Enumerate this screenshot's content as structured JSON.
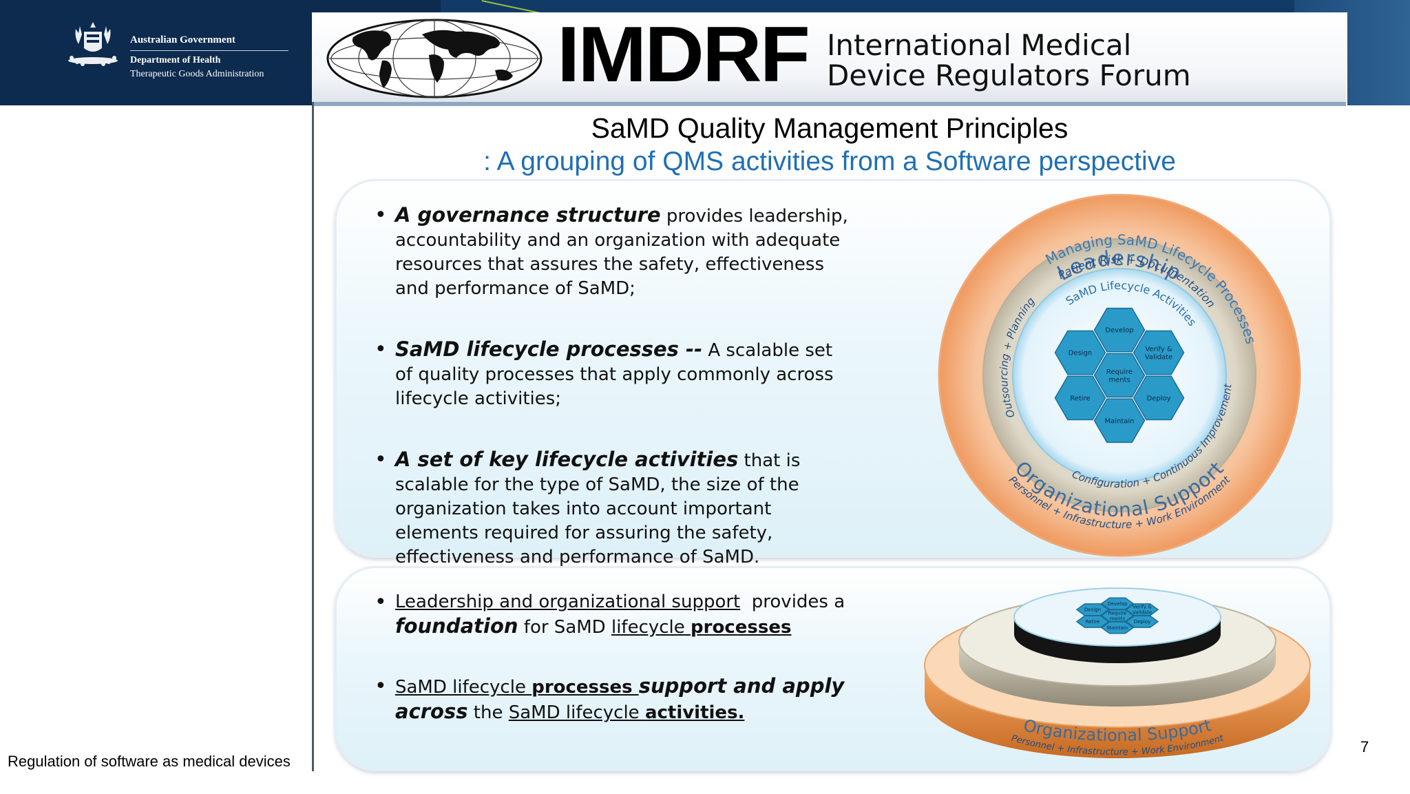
{
  "header": {
    "gov_title": "Australian Government",
    "gov_department": "Department of Health",
    "gov_agency": "Therapeutic Goods Administration",
    "imdrf_acronym": "IMDRF",
    "imdrf_name_line1": "International Medical",
    "imdrf_name_line2": "Device Regulators Forum"
  },
  "slide": {
    "title": "SaMD Quality Management Principles",
    "subtitle": ": A grouping of QMS activities from a Software perspective",
    "top_panel": {
      "bullets": [
        {
          "lead": "A governance structure",
          "text": " provides leadership, accountability and an organization with adequate resources that assures the safety, effectiveness and performance of SaMD;"
        },
        {
          "lead": "SaMD lifecycle processes --",
          "text": " A scalable set of quality processes that apply commonly across lifecycle activities;"
        },
        {
          "lead": "A set of key lifecycle activities",
          "text": " that is scalable for the type of SaMD, the size of the organization takes into account important elements required for assuring the safety, effectiveness and performance of SaMD."
        }
      ]
    },
    "bottom_panel": {
      "bullet1": {
        "part1": "Leadership and organizational support",
        "part2": "  provides a ",
        "part3": "foundation",
        "part4": " for SaMD ",
        "part5": "lifecycle",
        "part6": " ",
        "part7": "processes"
      },
      "bullet2": {
        "part1": "SaMD lifecycle ",
        "part2": "processes ",
        "part3": "support and apply across",
        "part4": " the ",
        "part5": "SaMD lifecycle ",
        "part6": "activities."
      }
    }
  },
  "diagram": {
    "outer_top": "Leadership",
    "outer_bottom": "Organizational Support",
    "outer_bottom_sub": "Personnel + Infrastructure + Work Environment",
    "ring2": "Managing SaMD Lifecycle Processes",
    "ring3_top": "Patient Risk + Documentation",
    "ring3_right": "Configuration + Continuous Improvement",
    "ring3_left": "Outsourcing + Planning",
    "inner_ring": "SaMD Lifecycle Activities",
    "hexes": [
      "Develop",
      "Design",
      "Verify & Validate",
      "Require ments",
      "Retire",
      "Deploy",
      "Maintain"
    ]
  },
  "footer": {
    "text": "Regulation of software as medical devices",
    "page_number": "7"
  },
  "colors": {
    "banner": "#0d2a4f",
    "subtitle_blue": "#1f6fb4",
    "hex_blue": "#2a9ac9",
    "orange_ring": "#f2a36f",
    "gray_ring": "#c9c3b4"
  }
}
